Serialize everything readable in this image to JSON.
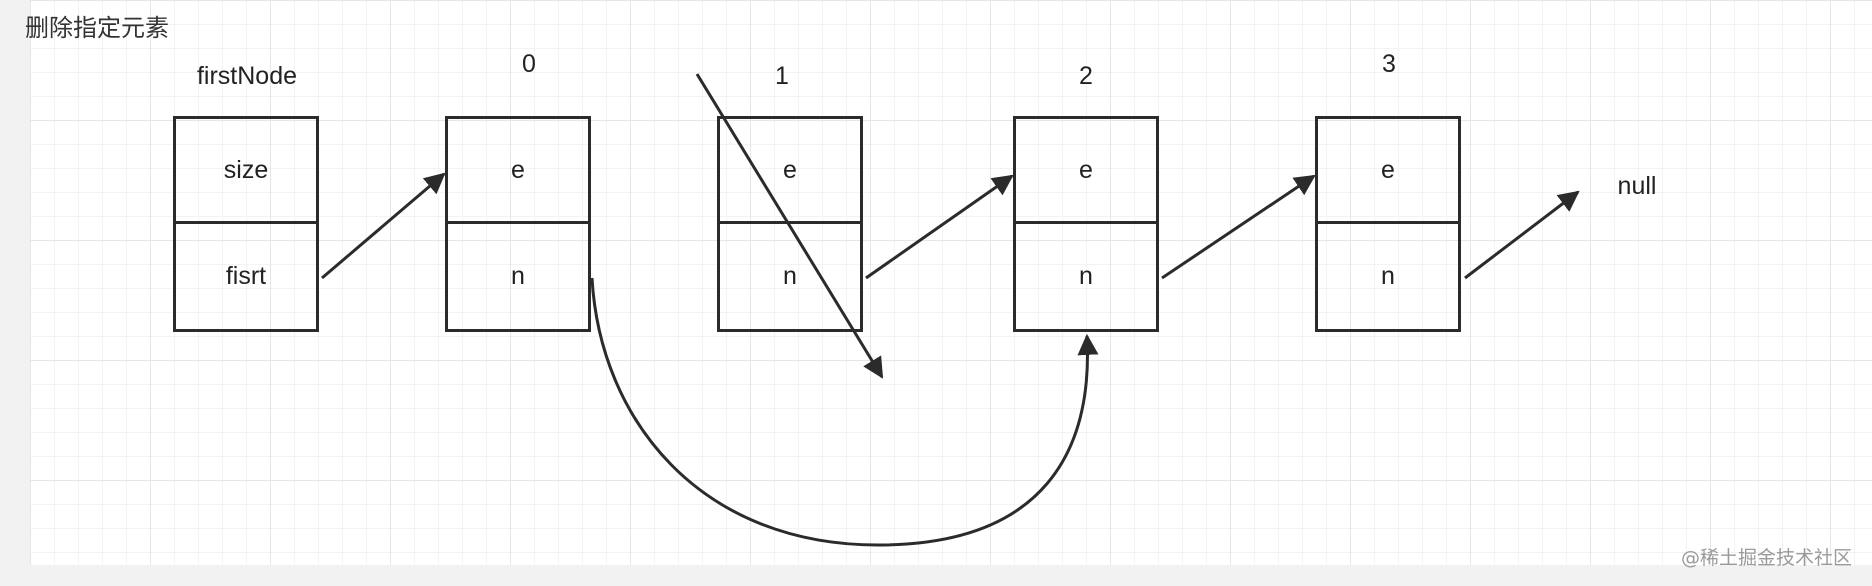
{
  "title": "删除指定元素",
  "first_node": {
    "name_label": "firstNode",
    "fields": [
      "size",
      "fisrt"
    ]
  },
  "nodes": [
    {
      "index": "0",
      "fields": [
        "e",
        "n"
      ]
    },
    {
      "index": "1",
      "fields": [
        "e",
        "n"
      ]
    },
    {
      "index": "2",
      "fields": [
        "e",
        "n"
      ]
    },
    {
      "index": "3",
      "fields": [
        "e",
        "n"
      ]
    }
  ],
  "null_label": "null",
  "watermark": "@稀土掘金技术社区",
  "colors": {
    "stroke": "#2b2b2b",
    "text": "#222222",
    "grid": "#e6e6e6"
  }
}
